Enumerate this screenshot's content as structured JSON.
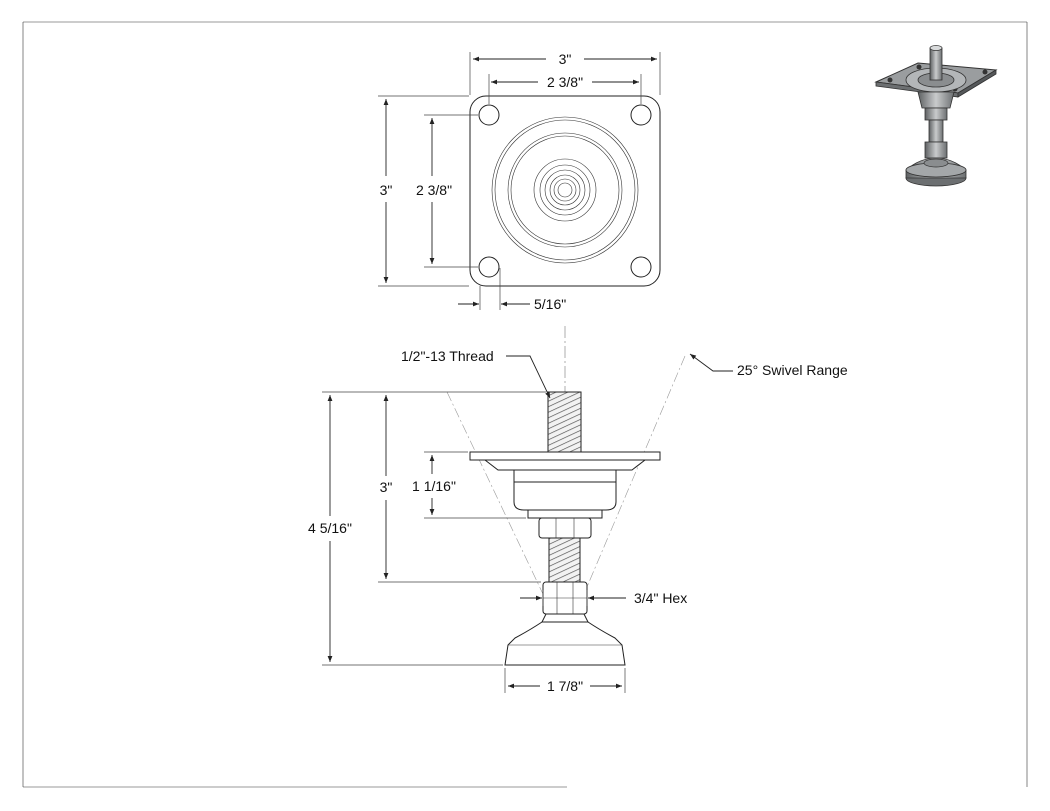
{
  "top_view": {
    "width": "3\"",
    "bolt_spacing_horizontal": "2 3/8\"",
    "height": "3\"",
    "bolt_spacing_vertical": "2 3/8\"",
    "hole_offset": "5/16\""
  },
  "side_view": {
    "thread": "1/2\"-13 Thread",
    "swivel": "25° Swivel Range",
    "overall_height": "4 5/16\"",
    "adjust_height": "3\"",
    "base_height": "1 1/16\"",
    "hex": "3/4\" Hex",
    "foot_diameter": "1 7/8\""
  },
  "colors": {
    "line": "#222222",
    "paper": "#ffffff",
    "metal": "#8a8d8f"
  },
  "icons": {
    "thumbnail": "leveling-mount-3d-icon"
  }
}
